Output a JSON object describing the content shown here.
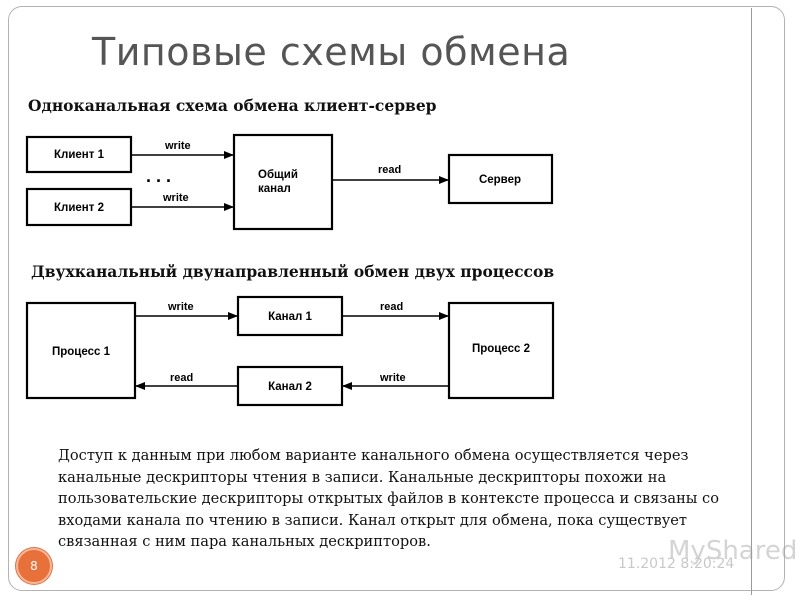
{
  "slide": {
    "title": "Типовые схемы обмена",
    "page_number": "8",
    "timestamp": "11.2012 8:20:24",
    "watermark": "MyShared"
  },
  "diagram1": {
    "heading": "Одноканальная схема обмена клиент-сервер",
    "client1": "Клиент 1",
    "client2": "Клиент 2",
    "channel_line1": "Общий",
    "channel_line2": "канал",
    "server": "Сервер",
    "write_top": "write",
    "write_bottom": "write",
    "read": "read",
    "ellipsis": ". . ."
  },
  "diagram2": {
    "heading": "Двухканальный двунаправленный обмен двух процессов",
    "process1": "Процесс 1",
    "process2": "Процесс 2",
    "channel1": "Канал 1",
    "channel2": "Канал 2",
    "write_left": "write",
    "read_right": "read",
    "read_left": "read",
    "write_right": "write"
  },
  "body": {
    "paragraph": "Доступ к данным при любом варианте канального обмена осуществляется через канальные дескрипторы чтения в записи. Канальные дескрипторы похожи на пользовательские дескрипторы открытых файлов в контексте процесса и связаны со входами канала по чтению в записи. Канал открыт для обмена, пока существует связанная с ним пара канальных дескрипторов."
  }
}
